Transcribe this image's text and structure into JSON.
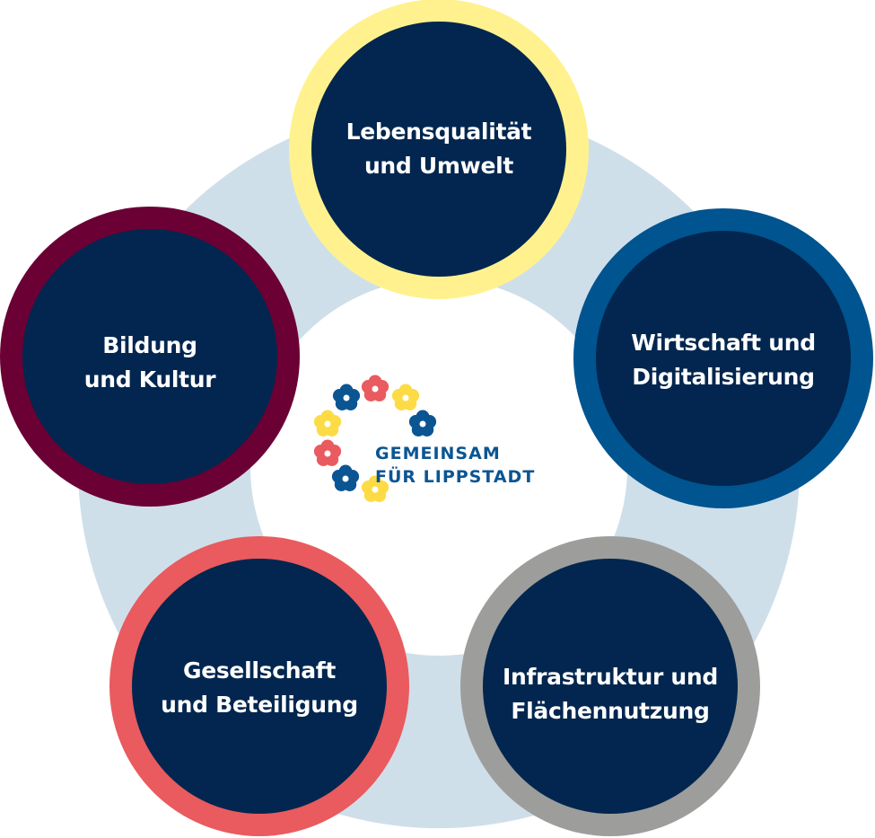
{
  "colors": {
    "ring": "#cfdfea",
    "inner": "#02264f",
    "topic_rings": [
      "#fff28e",
      "#00548f",
      "#9d9d9c",
      "#e95b5e",
      "#6a0034"
    ],
    "logo_text": "#0b5592"
  },
  "topics": [
    {
      "line1": "Lebensqualität",
      "line2": "und Umwelt"
    },
    {
      "line1": "Wirtschaft und",
      "line2": "Digitalisierung"
    },
    {
      "line1": "Infrastruktur und",
      "line2": "Flächennutzung"
    },
    {
      "line1": "Gesellschaft",
      "line2": "und Beteiligung"
    },
    {
      "line1": "Bildung",
      "line2": "und Kultur"
    }
  ],
  "logo": {
    "line1": "GEMEINSAM",
    "line2": "FÜR LIPPSTADT",
    "flower_colors": [
      "#0b5592",
      "#e95b5e",
      "#fddb45",
      "#0b5592",
      "#fddb45",
      "#e95b5e",
      "#0b5592",
      "#fddb45"
    ]
  }
}
